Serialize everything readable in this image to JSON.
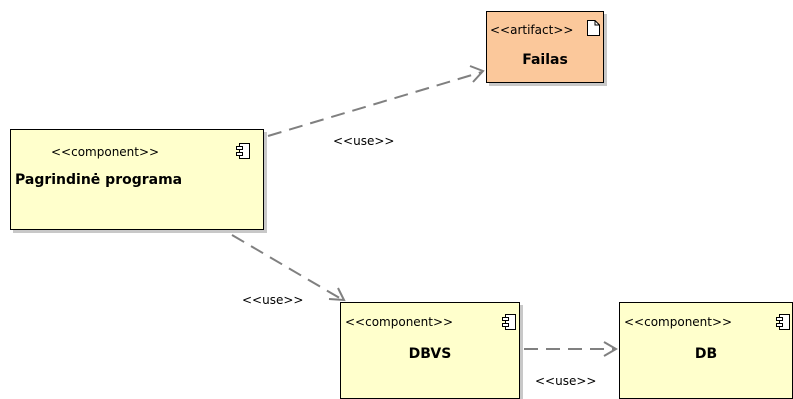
{
  "diagram": {
    "nodes": {
      "main": {
        "stereotype": "<<component>>",
        "name": "Pagrindinė programa",
        "icon": "component-icon"
      },
      "failas": {
        "stereotype": "<<artifact>>",
        "name": "Failas",
        "icon": "document-icon"
      },
      "dbvs": {
        "stereotype": "<<component>>",
        "name": "DBVS",
        "icon": "component-icon"
      },
      "db": {
        "stereotype": "<<component>>",
        "name": "DB",
        "icon": "component-icon"
      }
    },
    "edges": {
      "main_to_failas": {
        "label": "<<use>>"
      },
      "main_to_dbvs": {
        "label": "<<use>>"
      },
      "dbvs_to_db": {
        "label": "<<use>>"
      }
    },
    "colors": {
      "component_fill": "#ffffcc",
      "artifact_fill": "#fbc89b",
      "line": "#808080",
      "border": "#000000"
    }
  }
}
